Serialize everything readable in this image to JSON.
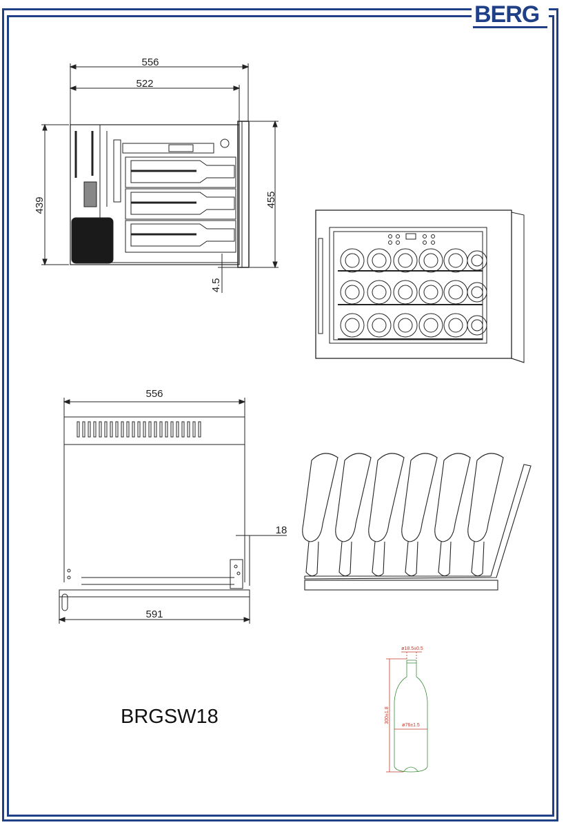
{
  "brand": {
    "logo_text": "BERG",
    "color": "#1f3f86"
  },
  "model": "BRGSW18",
  "side_view": {
    "width_outer": "556",
    "width_inner": "522",
    "height_left": "439",
    "height_right": "455",
    "bottom_gap": "4.5"
  },
  "top_view": {
    "width_top": "556",
    "width_bottom": "591",
    "side_offset": "18"
  },
  "bottle": {
    "neck_diameter": "ø18.5±0.5",
    "body_diameter": "ø76±1.5",
    "height": "300±1.8",
    "line_color": "#c0392b"
  },
  "front_view": {
    "rows": 3,
    "bottles_per_row": 6
  }
}
